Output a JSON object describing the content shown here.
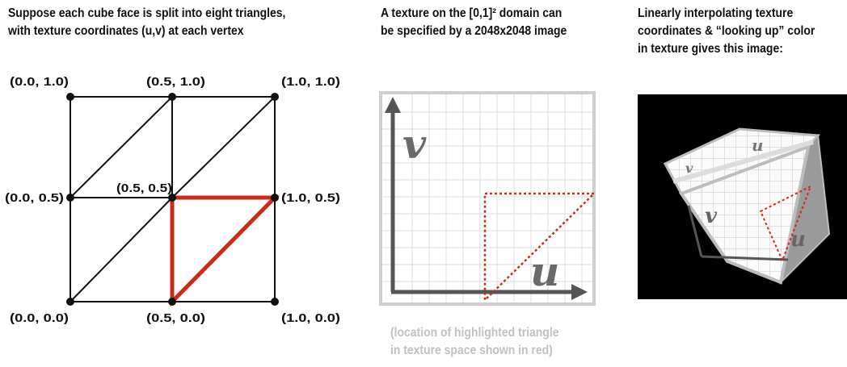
{
  "captions": {
    "left": "Suppose each cube face is split into eight triangles,\nwith texture coordinates (u,v) at each vertex",
    "middle": "A texture on the [0,1]² domain can\nbe specified by a 2048x2048 image",
    "right": "Linearly interpolating texture\ncoordinates & “looking up” color\nin texture gives this image:",
    "note": "(location of highlighted triangle\nin texture space shown in red)"
  },
  "vertex_labels": {
    "top_left": "(0.0, 1.0)",
    "top_mid": "(0.5, 1.0)",
    "top_right": "(1.0, 1.0)",
    "mid_left": "(0.0, 0.5)",
    "center": "(0.5, 0.5)",
    "mid_right": "(1.0, 0.5)",
    "bottom_left": "(0.0, 0.0)",
    "bottom_mid": "(0.5, 0.0)",
    "bottom_right": "(1.0, 0.0)"
  },
  "texture_axes": {
    "u": "u",
    "v": "v"
  },
  "colors": {
    "highlight": "#cc2a1a",
    "axis": "#555555",
    "grid": "#e2e2e2",
    "frame": "#cfcfcf",
    "note": "#c0c0c0",
    "cube_background": "#000000"
  }
}
